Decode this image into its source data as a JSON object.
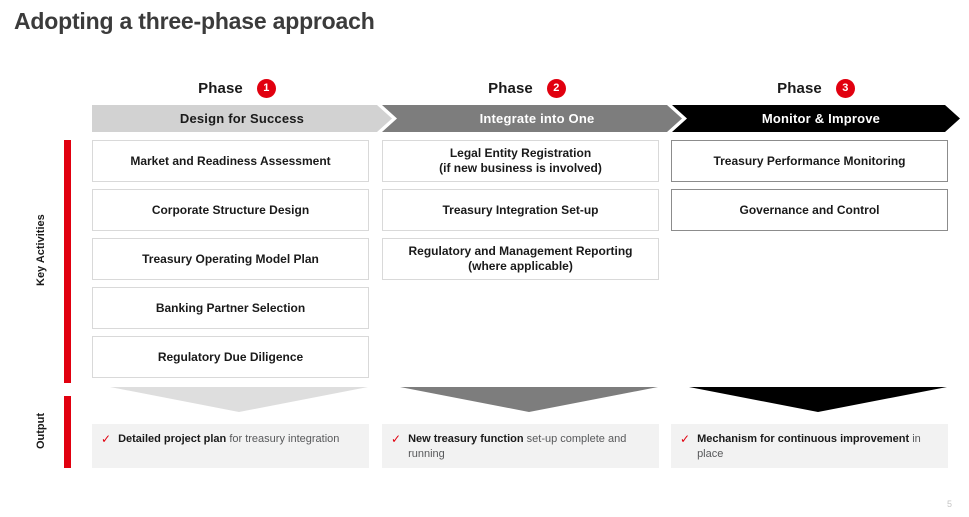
{
  "page": {
    "title": "Adopting a three-phase approach",
    "number": "5",
    "accent_red": "#e1000f"
  },
  "rail": {
    "key_activities_label": "Key Activities",
    "output_label": "Output"
  },
  "phases": [
    {
      "word": "Phase",
      "number": "1",
      "name": "Design for Success",
      "color": "#d2d2d2"
    },
    {
      "word": "Phase",
      "number": "2",
      "name": "Integrate into One",
      "color": "#7d7d7d"
    },
    {
      "word": "Phase",
      "number": "3",
      "name": "Monitor & Improve",
      "color": "#000000"
    }
  ],
  "columns": [
    {
      "activities": [
        {
          "line1": "Market and Readiness Assessment",
          "line2": ""
        },
        {
          "line1": "Corporate Structure Design",
          "line2": ""
        },
        {
          "line1": "Treasury Operating Model Plan",
          "line2": ""
        },
        {
          "line1": "Banking Partner Selection",
          "line2": ""
        },
        {
          "line1": "Regulatory Due Diligence",
          "line2": ""
        }
      ],
      "output": {
        "check": "✓",
        "strong": "Detailed project plan",
        "rest": " for treasury integration"
      }
    },
    {
      "activities": [
        {
          "line1": "Legal Entity Registration",
          "line2": "(if new business is involved)"
        },
        {
          "line1": "Treasury Integration Set-up",
          "line2": ""
        },
        {
          "line1": "Regulatory and Management Reporting",
          "line2": "(where applicable)"
        }
      ],
      "output": {
        "check": "✓",
        "strong": "New treasury function",
        "rest": " set-up complete and running"
      }
    },
    {
      "activities": [
        {
          "line1": "Treasury Performance Monitoring",
          "line2": ""
        },
        {
          "line1": "Governance and Control",
          "line2": ""
        }
      ],
      "output": {
        "check": "✓",
        "strong": "Mechanism for continuous improvement",
        "rest": " in place"
      }
    }
  ]
}
